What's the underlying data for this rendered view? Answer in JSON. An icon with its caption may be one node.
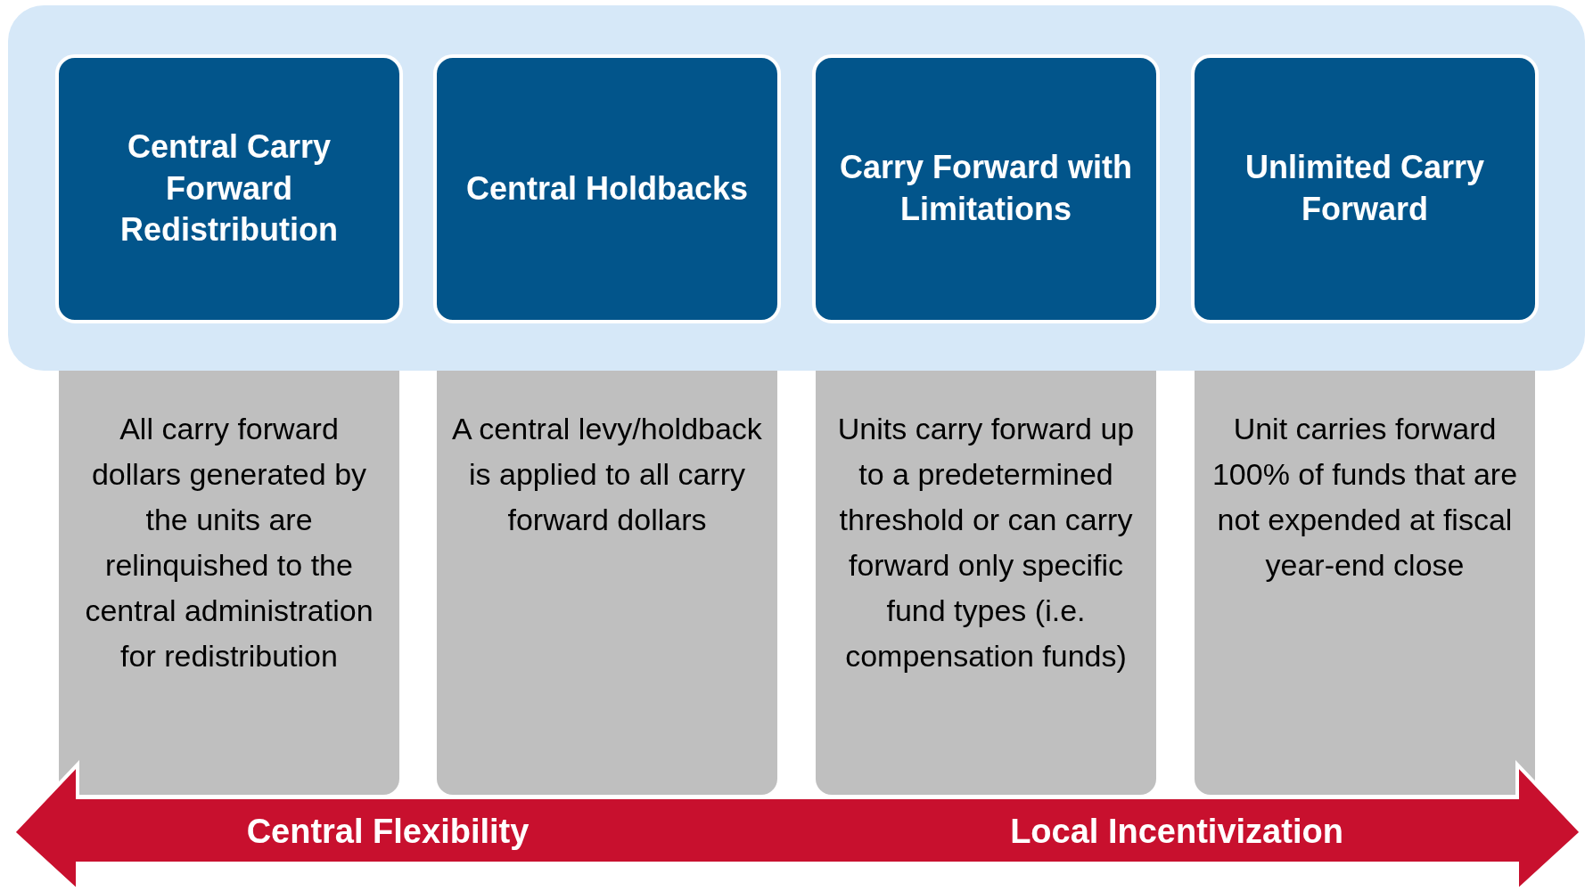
{
  "diagram": {
    "nodes": [
      {
        "text": [],
        "shape": "box"
      },
      {
        "text": [
          "Central Carry Forward Redistribution"
        ],
        "in": 0
      },
      {
        "text": [
          "Central Holdbacks"
        ],
        "in": 0
      },
      {
        "text": [
          "Carry Forward with Limitations"
        ],
        "in": 0
      },
      {
        "text": [
          "Unlimited Carry Forward"
        ],
        "in": 0
      },
      {
        "text": [
          "All carry forward dollars generated by the units are relinquished to the central administration for redistribution"
        ]
      },
      {
        "text": [
          "A central levy/holdback is applied to all carry forward dollars"
        ]
      },
      {
        "text": [
          "Units carry forward up to a predetermined threshold or can carry forward only specific fund types (i.e. compensation funds)"
        ]
      },
      {
        "text": [
          "Unit carries forward 100% of funds that are not expended at fiscal year-end close"
        ]
      }
    ],
    "labels": [
      "Central Flexibility",
      "Local Incentivization"
    ]
  }
}
